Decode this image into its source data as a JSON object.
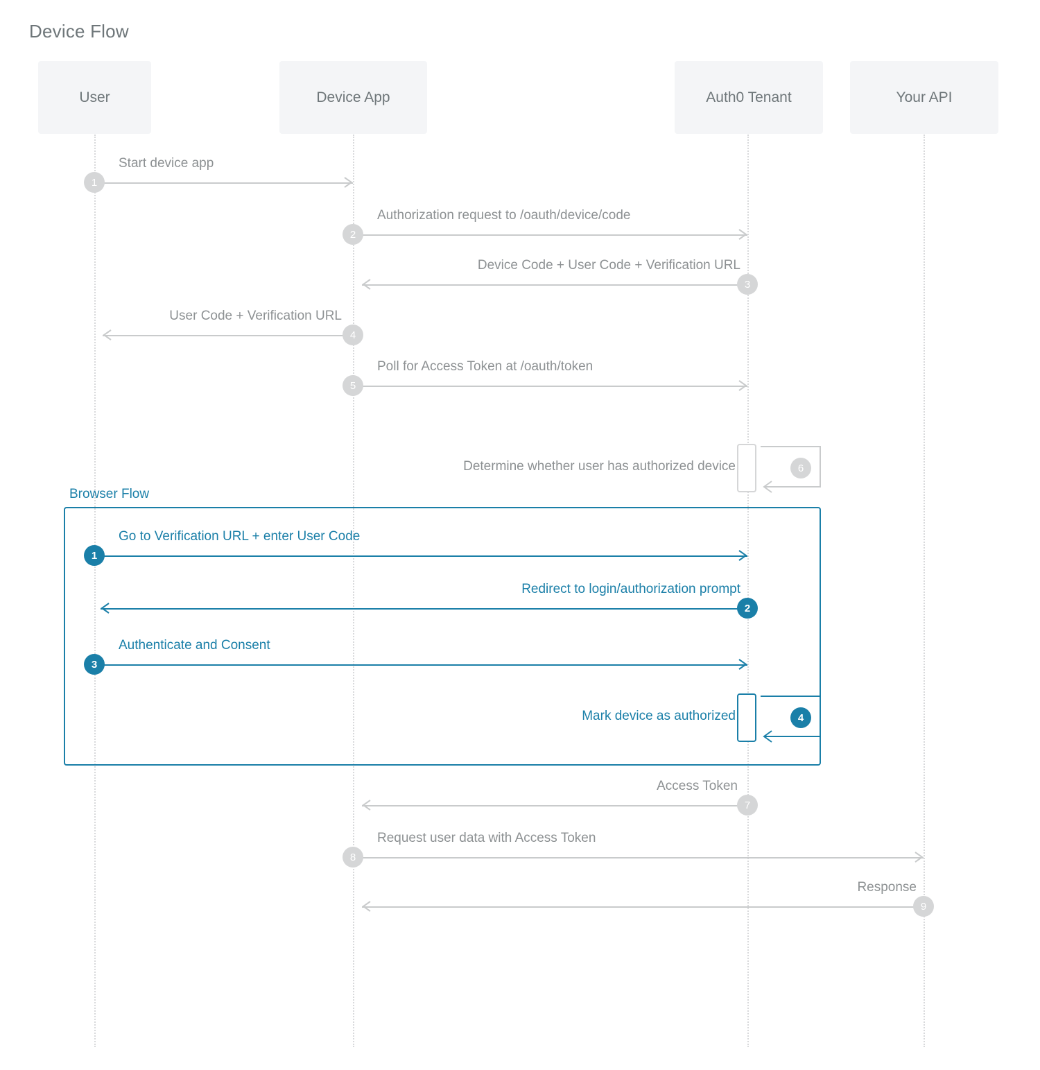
{
  "title": "Device Flow",
  "colors": {
    "gray_line": "#c9cbcc",
    "gray_text": "#8d9193",
    "gray_badge": "#d5d6d7",
    "accent_blue": "#1a7fa8",
    "participant_bg": "#f4f5f7",
    "lifeline": "#d8d9db"
  },
  "participants": [
    {
      "id": "user",
      "label": "User"
    },
    {
      "id": "device",
      "label": "Device App"
    },
    {
      "id": "auth0",
      "label": "Auth0 Tenant"
    },
    {
      "id": "api",
      "label": "Your API"
    }
  ],
  "messages": [
    {
      "num": "1",
      "label": "Start device app",
      "from": "user",
      "to": "device",
      "dir": "right",
      "style": "gray"
    },
    {
      "num": "2",
      "label": "Authorization request to /oauth/device/code",
      "from": "device",
      "to": "auth0",
      "dir": "right",
      "style": "gray"
    },
    {
      "num": "3",
      "label": "Device Code + User Code + Verification URL",
      "from": "auth0",
      "to": "device",
      "dir": "left",
      "style": "gray"
    },
    {
      "num": "4",
      "label": "User Code + Verification URL",
      "from": "device",
      "to": "user",
      "dir": "left",
      "style": "gray"
    },
    {
      "num": "5",
      "label": "Poll for Access Token at /oauth/token",
      "from": "device",
      "to": "auth0",
      "dir": "right",
      "style": "gray"
    },
    {
      "num": "6",
      "label": "Determine whether user has authorized device",
      "from": "auth0",
      "to": "auth0",
      "dir": "self",
      "style": "gray"
    },
    {
      "num": "7",
      "label": "Access Token",
      "from": "auth0",
      "to": "device",
      "dir": "left",
      "style": "gray"
    },
    {
      "num": "8",
      "label": "Request user data with Access Token",
      "from": "device",
      "to": "api",
      "dir": "right",
      "style": "gray"
    },
    {
      "num": "9",
      "label": "Response",
      "from": "api",
      "to": "device",
      "dir": "left",
      "style": "gray"
    }
  ],
  "browser_flow": {
    "frame_label": "Browser Flow",
    "messages": [
      {
        "num": "1",
        "label": "Go to Verification URL + enter User Code",
        "from": "user",
        "to": "auth0",
        "dir": "right",
        "style": "blue"
      },
      {
        "num": "2",
        "label": "Redirect to login/authorization prompt",
        "from": "auth0",
        "to": "user",
        "dir": "left",
        "style": "blue"
      },
      {
        "num": "3",
        "label": "Authenticate and Consent",
        "from": "user",
        "to": "auth0",
        "dir": "right",
        "style": "blue"
      },
      {
        "num": "4",
        "label": "Mark device as authorized",
        "from": "auth0",
        "to": "auth0",
        "dir": "self",
        "style": "blue"
      }
    ]
  }
}
